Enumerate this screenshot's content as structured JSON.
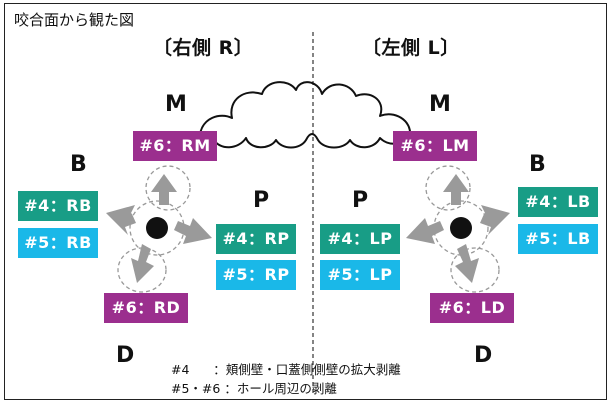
{
  "caption": "咬合面から観た図",
  "sides": {
    "right": "〔右側 R〕",
    "left": "〔左側 L〕"
  },
  "directions": {
    "M": "M",
    "B": "B",
    "P": "P",
    "D": "D"
  },
  "labels": {
    "RM": "#6：RM",
    "RB4": "#4：RB",
    "RB5": "#5：RB",
    "RP4": "#4：RP",
    "RP5": "#5：RP",
    "RD": "#6：RD",
    "LM": "#6：LM",
    "LB4": "#4：LB",
    "LB5": "#5：LB",
    "LP4": "#4：LP",
    "LP5": "#5：LP",
    "LD": "#6：LD"
  },
  "legend": {
    "row1": "#4      ：頬側壁・口蓋側側壁の拡大剥離",
    "row2": "#5・#6 ：ホール周辺の剥離"
  },
  "colors": {
    "hash4": "#189d86",
    "hash5": "#1ab8e8",
    "hash6": "#9b2f8e",
    "arrow": "#9a9a9a"
  }
}
